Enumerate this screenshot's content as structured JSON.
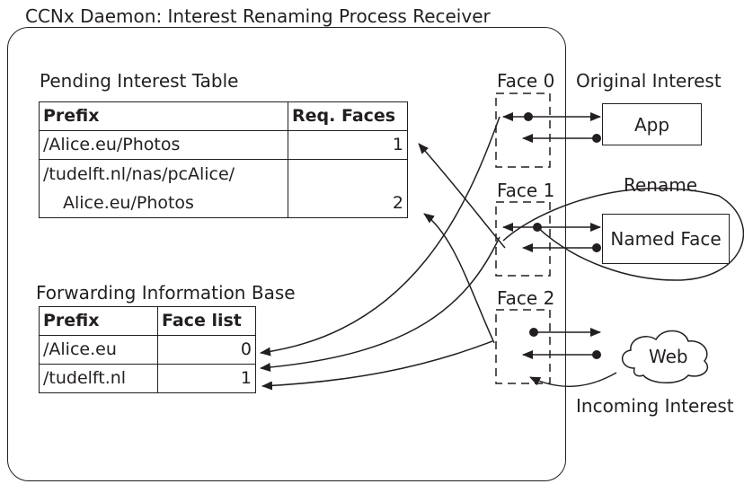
{
  "title": "CCNx Daemon: Interest Renaming Process Receiver",
  "pit": {
    "title": "Pending Interest Table",
    "headers": [
      "Prefix",
      "Req. Faces"
    ],
    "rows": [
      {
        "prefix": "/Alice.eu/Photos",
        "faces": "1"
      },
      {
        "prefix_line1": "/tudelft.nl/nas/pcAlice/",
        "prefix_line2": "Alice.eu/Photos",
        "faces": "2"
      }
    ]
  },
  "fib": {
    "title": "Forwarding Information Base",
    "headers": [
      "Prefix",
      "Face list"
    ],
    "rows": [
      {
        "prefix": "/Alice.eu",
        "faces": "0"
      },
      {
        "prefix": "/tudelft.nl",
        "faces": "1"
      }
    ]
  },
  "faces": [
    "Face 0",
    "Face 1",
    "Face 2"
  ],
  "endpoints": {
    "app": "App",
    "named_face": "Named Face",
    "web": "Web"
  },
  "annotations": {
    "original_interest": "Original Interest",
    "rename": "Rename",
    "incoming_interest": "Incoming Interest"
  }
}
